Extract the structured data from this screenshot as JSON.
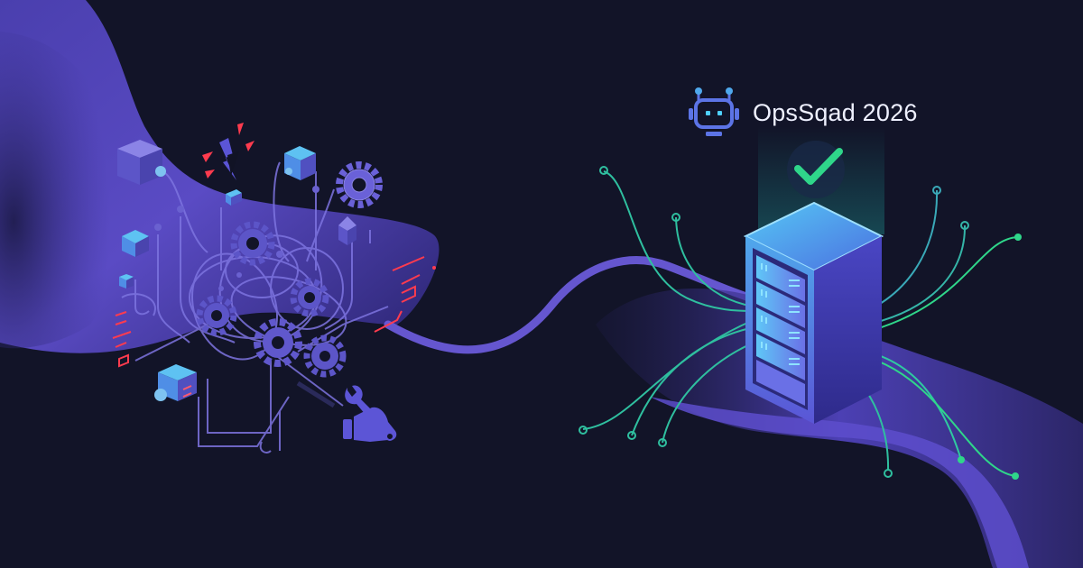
{
  "brand": {
    "title": "OpsSqad 2026",
    "icon": "robot-icon"
  },
  "illustration": {
    "left_scene": "chaotic-infrastructure",
    "right_scene": "healthy-server",
    "status_icon": "checkmark-icon"
  },
  "colors": {
    "background": "#121428",
    "wave": "#5a4bc4",
    "wave_light": "#6a5ad8",
    "accent_green": "#2fd68a",
    "teal_line": "#2fbf9f",
    "server_top": "#4fb3f0",
    "server_body": "#5b55d6",
    "alert_red": "#ff3b4e",
    "robot_blue": "#5c74e6",
    "robot_eyes": "#4fd0ff",
    "text": "#eef0ff"
  }
}
